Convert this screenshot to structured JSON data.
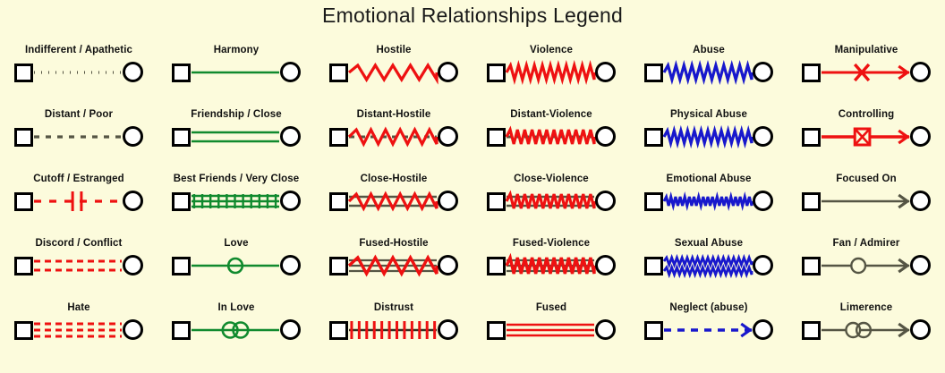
{
  "title": "Emotional Relationships Legend",
  "colors": {
    "background": "#fcfbdc",
    "node_outline": "#000000",
    "node_fill": "#ffffff",
    "red": "#ee1111",
    "green": "#108a2e",
    "blue": "#1818cc",
    "gray": "#555544",
    "text": "#111111"
  },
  "grid": {
    "columns": 6,
    "rows": 5
  },
  "items": [
    {
      "label": "Indifferent / Apathetic",
      "style": "dotted-gray",
      "color": "#555544"
    },
    {
      "label": "Harmony",
      "style": "single-green",
      "color": "#108a2e"
    },
    {
      "label": "Hostile",
      "style": "zigzag-wide-red",
      "color": "#ee1111"
    },
    {
      "label": "Violence",
      "style": "zigzag-tight-red",
      "color": "#ee1111"
    },
    {
      "label": "Abuse",
      "style": "zigzag-tight-blue",
      "color": "#1818cc"
    },
    {
      "label": "Manipulative",
      "style": "arrow-red-x",
      "color": "#ee1111"
    },
    {
      "label": "Distant / Poor",
      "style": "dashed-gray",
      "color": "#555544"
    },
    {
      "label": "Friendship / Close",
      "style": "double-green",
      "color": "#108a2e"
    },
    {
      "label": "Distant-Hostile",
      "style": "dashed-zigzag-wide-red",
      "color": "#ee1111"
    },
    {
      "label": "Distant-Violence",
      "style": "dashed-zigzag-tight-red",
      "color": "#ee1111"
    },
    {
      "label": "Physical Abuse",
      "style": "zigzag-mid-blue",
      "color": "#1818cc"
    },
    {
      "label": "Controlling",
      "style": "arrow-red-boxx",
      "color": "#ee1111"
    },
    {
      "label": "Cutoff / Estranged",
      "style": "cutoff-red",
      "color": "#ee1111"
    },
    {
      "label": "Best Friends / Very Close",
      "style": "triple-green-hatch",
      "color": "#108a2e"
    },
    {
      "label": "Close-Hostile",
      "style": "double-zigzag-wide-red",
      "color": "#ee1111"
    },
    {
      "label": "Close-Violence",
      "style": "double-zigzag-tight-red",
      "color": "#ee1111"
    },
    {
      "label": "Emotional Abuse",
      "style": "zigzag-fine-blue",
      "color": "#1818cc"
    },
    {
      "label": "Focused On",
      "style": "arrow-gray",
      "color": "#555544"
    },
    {
      "label": "Discord / Conflict",
      "style": "double-dashed-red",
      "color": "#ee1111"
    },
    {
      "label": "Love",
      "style": "green-circle-mid",
      "color": "#108a2e"
    },
    {
      "label": "Fused-Hostile",
      "style": "triple-zigzag-wide-red",
      "color": "#ee1111"
    },
    {
      "label": "Fused-Violence",
      "style": "triple-zigzag-tight-red",
      "color": "#ee1111"
    },
    {
      "label": "Sexual Abuse",
      "style": "zigzag-double-blue",
      "color": "#1818cc"
    },
    {
      "label": "Fan / Admirer",
      "style": "arrow-gray-circle",
      "color": "#555544"
    },
    {
      "label": "Hate",
      "style": "triple-dashed-red",
      "color": "#ee1111"
    },
    {
      "label": "In Love",
      "style": "green-two-circles",
      "color": "#108a2e"
    },
    {
      "label": "Distrust",
      "style": "ticked-red",
      "color": "#ee1111"
    },
    {
      "label": "Fused",
      "style": "triple-red",
      "color": "#ee1111"
    },
    {
      "label": "Neglect (abuse)",
      "style": "dashed-blue-arrow",
      "color": "#1818cc"
    },
    {
      "label": "Limerence",
      "style": "arrow-gray-two-circles",
      "color": "#555544"
    }
  ]
}
